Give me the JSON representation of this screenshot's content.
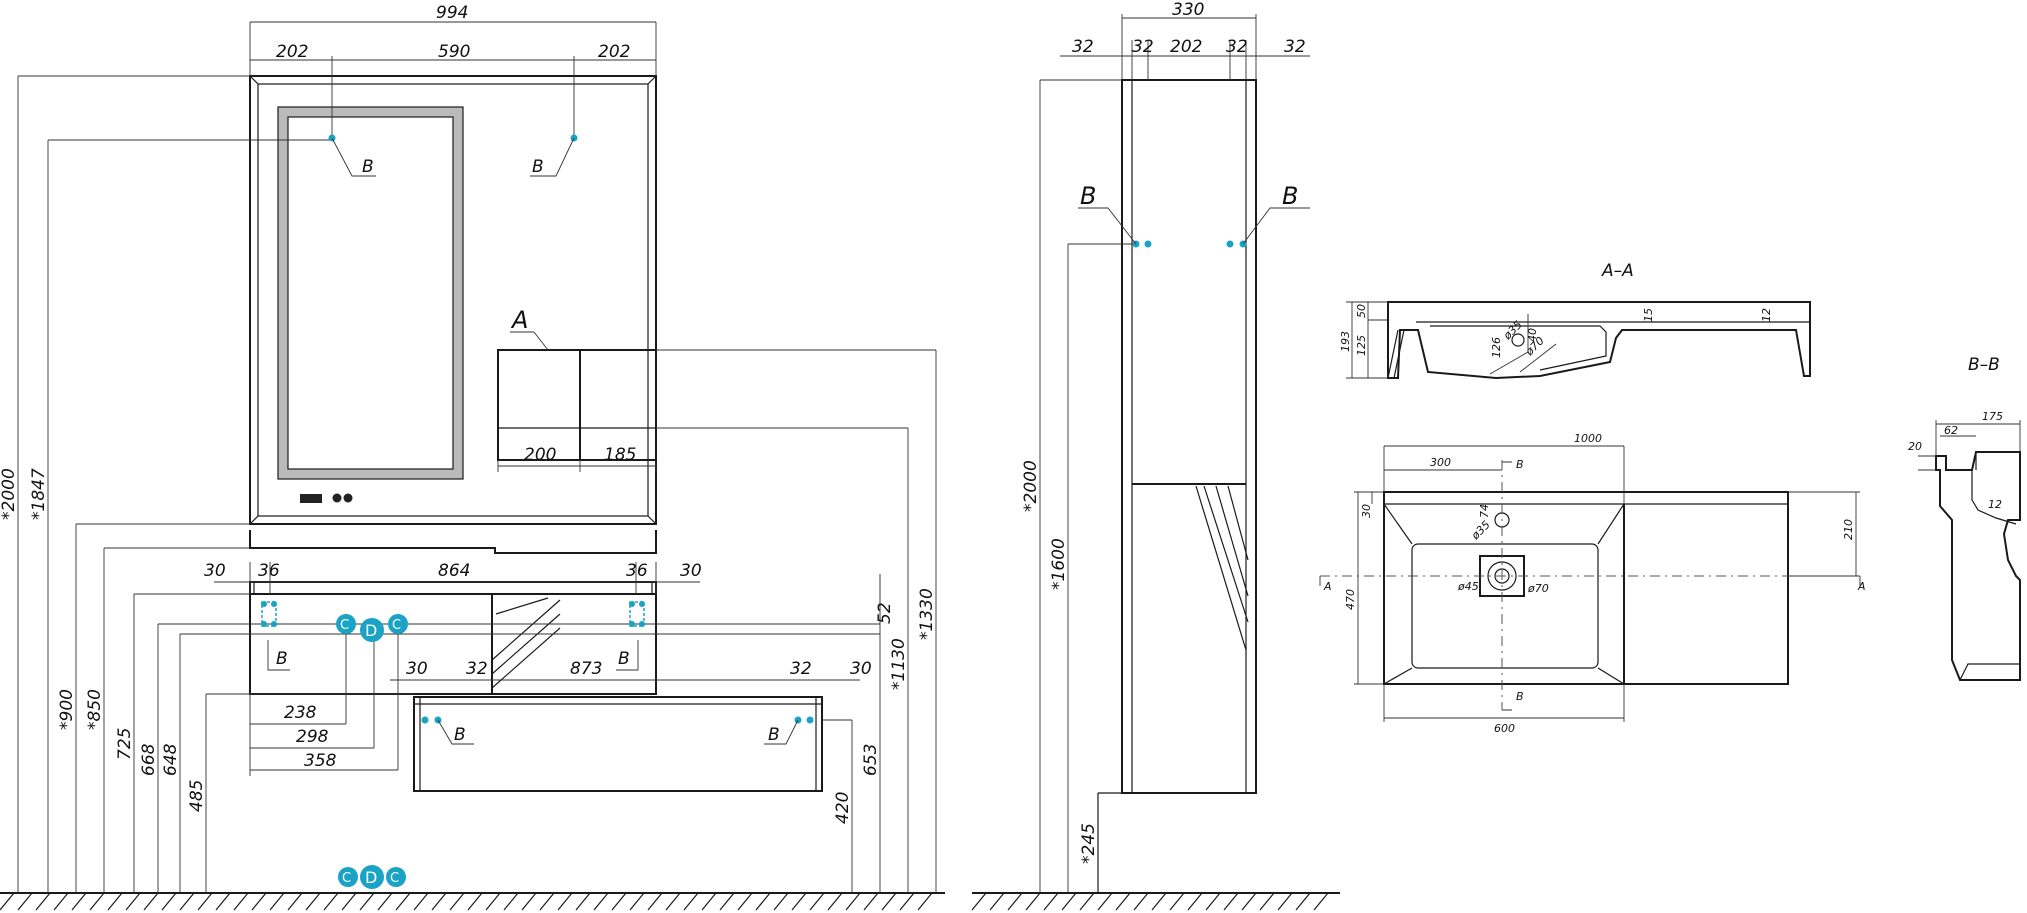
{
  "front": {
    "top": [
      "994",
      "202",
      "590",
      "202"
    ],
    "shelf": [
      "200",
      "185"
    ],
    "cabinet": [
      "30",
      "36",
      "864",
      "36",
      "30"
    ],
    "drawer": [
      "30",
      "32",
      "873",
      "32",
      "30"
    ],
    "left_h": [
      "238",
      "298",
      "358"
    ],
    "verticals": [
      "*2000",
      "*1847",
      "*900",
      "*850",
      "725",
      "668",
      "648",
      "485",
      "420",
      "653",
      "*1130",
      "*1330",
      "52"
    ],
    "section_a": "A",
    "markers": [
      "B",
      "B",
      "B",
      "B",
      "B",
      "B"
    ],
    "connectors": [
      "C",
      "D",
      "C"
    ]
  },
  "side": {
    "top": [
      "330",
      "32",
      "32",
      "202",
      "32",
      "32"
    ],
    "verticals": [
      "*2000",
      "*1600",
      "*245"
    ],
    "markers": [
      "B",
      "B"
    ]
  },
  "section_aa": {
    "title": "A–A",
    "dims": [
      "193",
      "50",
      "125",
      "15",
      "12",
      "40",
      "126",
      "ø35",
      "ø70"
    ]
  },
  "plan": {
    "dims": [
      "1000",
      "300",
      "30",
      "210",
      "470",
      "600",
      "74",
      "ø35",
      "ø45",
      "ø70"
    ],
    "marks": [
      "B",
      "B",
      "A",
      "A"
    ]
  },
  "section_bb": {
    "title": "B–B",
    "dims": [
      "175",
      "62",
      "20",
      "12"
    ]
  }
}
